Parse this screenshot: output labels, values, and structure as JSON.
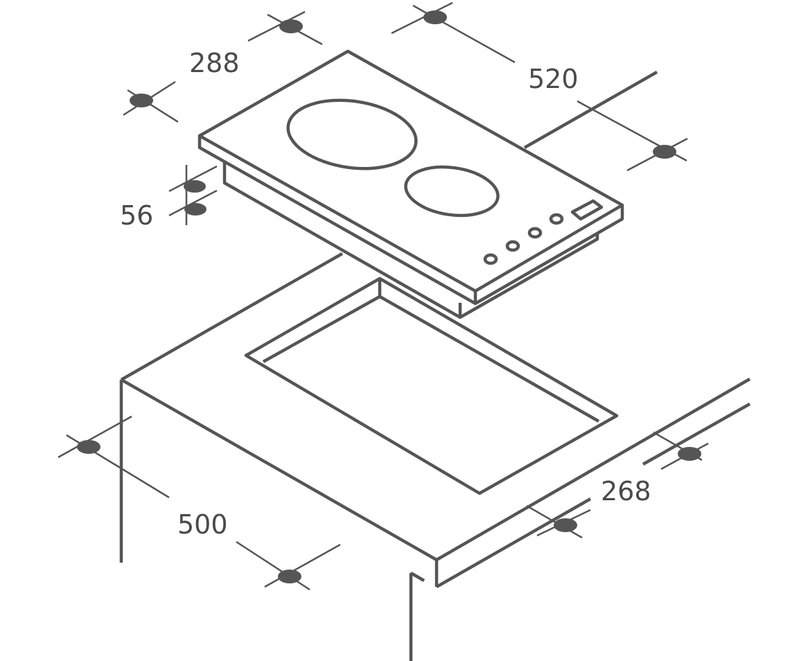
{
  "dimensions": {
    "hob_depth": "288",
    "hob_width": "520",
    "hob_height": "56",
    "cutout_depth": "268",
    "cutout_width": "500"
  },
  "colors": {
    "line": "#555555",
    "text": "#4a4a4a",
    "background": "#ffffff"
  }
}
